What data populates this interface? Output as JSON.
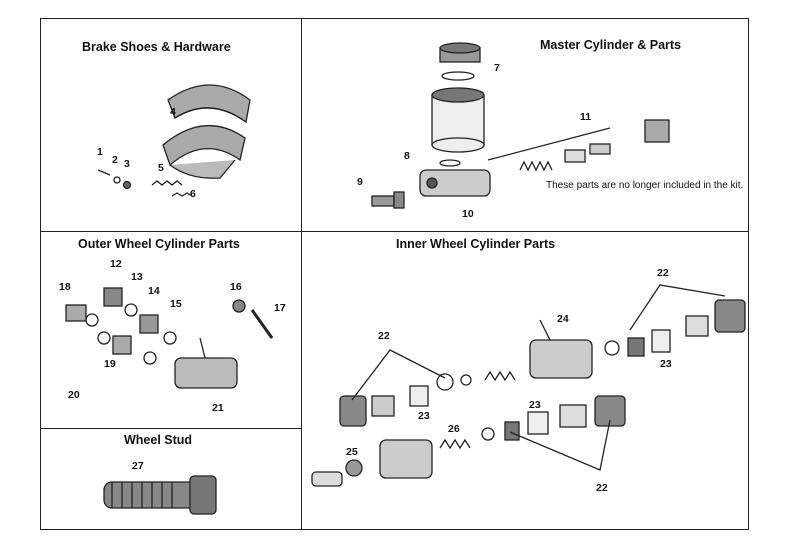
{
  "panels": {
    "brake_shoes": {
      "title": "Brake Shoes & Hardware",
      "callouts": {
        "n1": "1",
        "n2": "2",
        "n3": "3",
        "n4": "4",
        "n5": "5",
        "n6": "6"
      }
    },
    "master_cylinder": {
      "title": "Master Cylinder & Parts",
      "callouts": {
        "n7": "7",
        "n8": "8",
        "n9": "9",
        "n10": "10",
        "n11": "11"
      },
      "note": "These parts are no longer included in the kit."
    },
    "outer_wheel": {
      "title": "Outer Wheel Cylinder Parts",
      "callouts": {
        "n12": "12",
        "n13": "13",
        "n14": "14",
        "n15": "15",
        "n16": "16",
        "n17": "17",
        "n18": "18",
        "n19": "19",
        "n20": "20",
        "n21": "21"
      }
    },
    "wheel_stud": {
      "title": "Wheel Stud",
      "callouts": {
        "n27": "27"
      }
    },
    "inner_wheel": {
      "title": "Inner Wheel Cylinder Parts",
      "callouts": {
        "n22a": "22",
        "n22b": "22",
        "n22c": "22",
        "n23a": "23",
        "n23b": "23",
        "n23c": "23",
        "n24": "24",
        "n25": "25",
        "n26": "26"
      }
    }
  }
}
